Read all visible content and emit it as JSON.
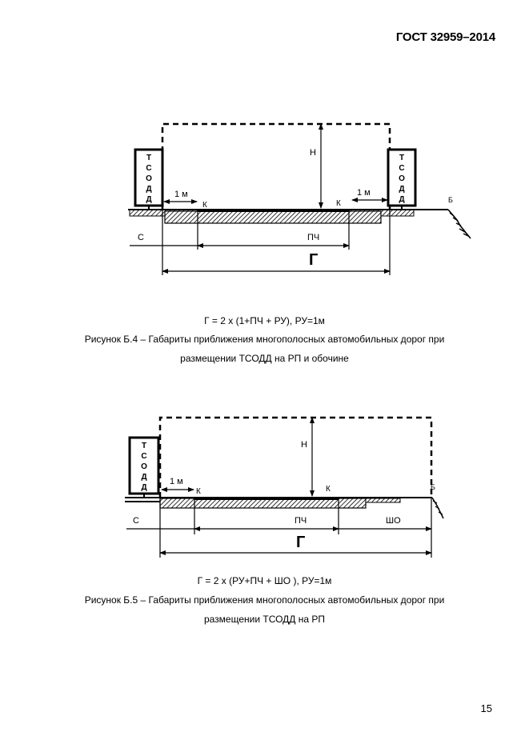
{
  "header": {
    "doc_code": "ГОСТ 32959–2014"
  },
  "figure4": {
    "sign_left": [
      "Т",
      "С",
      "О",
      "Д",
      "Д"
    ],
    "sign_right": [
      "Т",
      "С",
      "О",
      "Д",
      "Д"
    ],
    "label_h": "Н",
    "label_1m_left": "1 м",
    "label_1m_right": "1 м",
    "label_k_left": "К",
    "label_k_right": "К",
    "label_b": "Б",
    "label_c": "С",
    "label_pch": "ПЧ",
    "label_g": "Г",
    "formula": "Г = 2 х (1+ПЧ + РУ),  РУ=1м",
    "caption_line1": "Рисунок Б.4 – Габариты приближения многополосных автомобильных дорог при",
    "caption_line2": "размещении ТСОДД на РП и обочине"
  },
  "figure5": {
    "sign_left": [
      "Т",
      "С",
      "О",
      "Д",
      "Д"
    ],
    "label_h": "Н",
    "label_1m": "1 м",
    "label_k_left": "К",
    "label_k_right": "К",
    "label_b": "Б",
    "label_c": "С",
    "label_pch": "ПЧ",
    "label_sho": "ШО",
    "label_g": "Г",
    "formula": "Г = 2 х (РУ+ПЧ + ШО ),  РУ=1м",
    "caption_line1": "Рисунок Б.5 – Габариты приближения многополосных автомобильных дорог при",
    "caption_line2": "размещении ТСОДД на РП"
  },
  "footer": {
    "page_number": "15"
  }
}
